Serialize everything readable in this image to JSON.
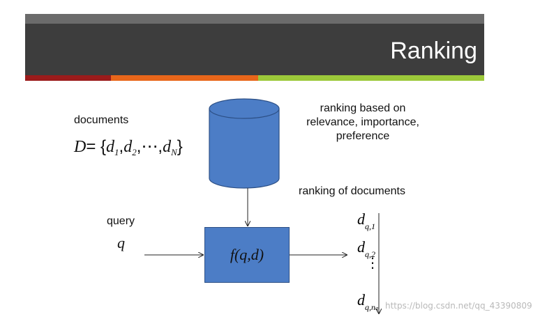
{
  "slide": {
    "title": "Ranking",
    "colors": {
      "header_top": "#6b6b6b",
      "header_main": "#3d3d3d",
      "accent_red": "#9b1b1b",
      "accent_orange": "#e8661a",
      "accent_green": "#9cc93a",
      "box_fill": "#4c7dc6"
    }
  },
  "diagram": {
    "documents_label": "documents",
    "documents_set": {
      "symbol": "D",
      "open": "= {",
      "d1": "d",
      "d1_sub": "1",
      "d2": "d",
      "d2_sub": "2",
      "ellipsis": "⋯",
      "dN": "d",
      "dN_sub": "N",
      "close": "}"
    },
    "query_label": "query",
    "query_symbol": "q",
    "ranking_basis": [
      "ranking based on",
      "relevance, importance,",
      "preference"
    ],
    "ranking_of_documents": "ranking of documents",
    "function_label": "f(q,d)",
    "ranked_list": [
      {
        "symbol": "d",
        "sub": "q,1"
      },
      {
        "symbol": "d",
        "sub": "q,2"
      },
      {
        "symbol": "d",
        "sub": "q,n",
        "subsub": "q"
      }
    ],
    "vertical_ellipsis": "⋮",
    "icon": "database-cylinder-icon"
  },
  "watermark": "https://blog.csdn.net/qq_43390809"
}
